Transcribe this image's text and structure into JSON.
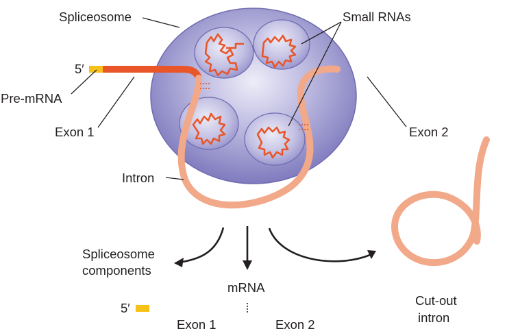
{
  "labels": {
    "spliceosome": "Spliceosome",
    "small_rnas": "Small RNAs",
    "five_prime_top": "5′",
    "pre_mrna": "Pre-mRNA",
    "exon1_top": "Exon 1",
    "exon2_top": "Exon 2",
    "intron": "Intron",
    "spliceosome_components_line1": "Spliceosome",
    "spliceosome_components_line2": "components",
    "mrna": "mRNA",
    "five_prime_bottom": "5′",
    "exon1_bottom": "Exon 1",
    "exon2_bottom": "Exon 2",
    "cutout_line1": "Cut-out",
    "cutout_line2": "intron"
  },
  "colors": {
    "exon": "#e8562a",
    "intron": "#f2a98a",
    "cap": "#f6c21a",
    "spliceosome_body": "#8f8bc8",
    "subunit": "#b3b0dc",
    "text": "#231f20"
  },
  "icons": [
    "spliceosome-body",
    "small-rna-subunit",
    "pre-mrna-strand",
    "intron-loop",
    "mrna-strand",
    "cut-out-intron-lariat",
    "arrow"
  ]
}
